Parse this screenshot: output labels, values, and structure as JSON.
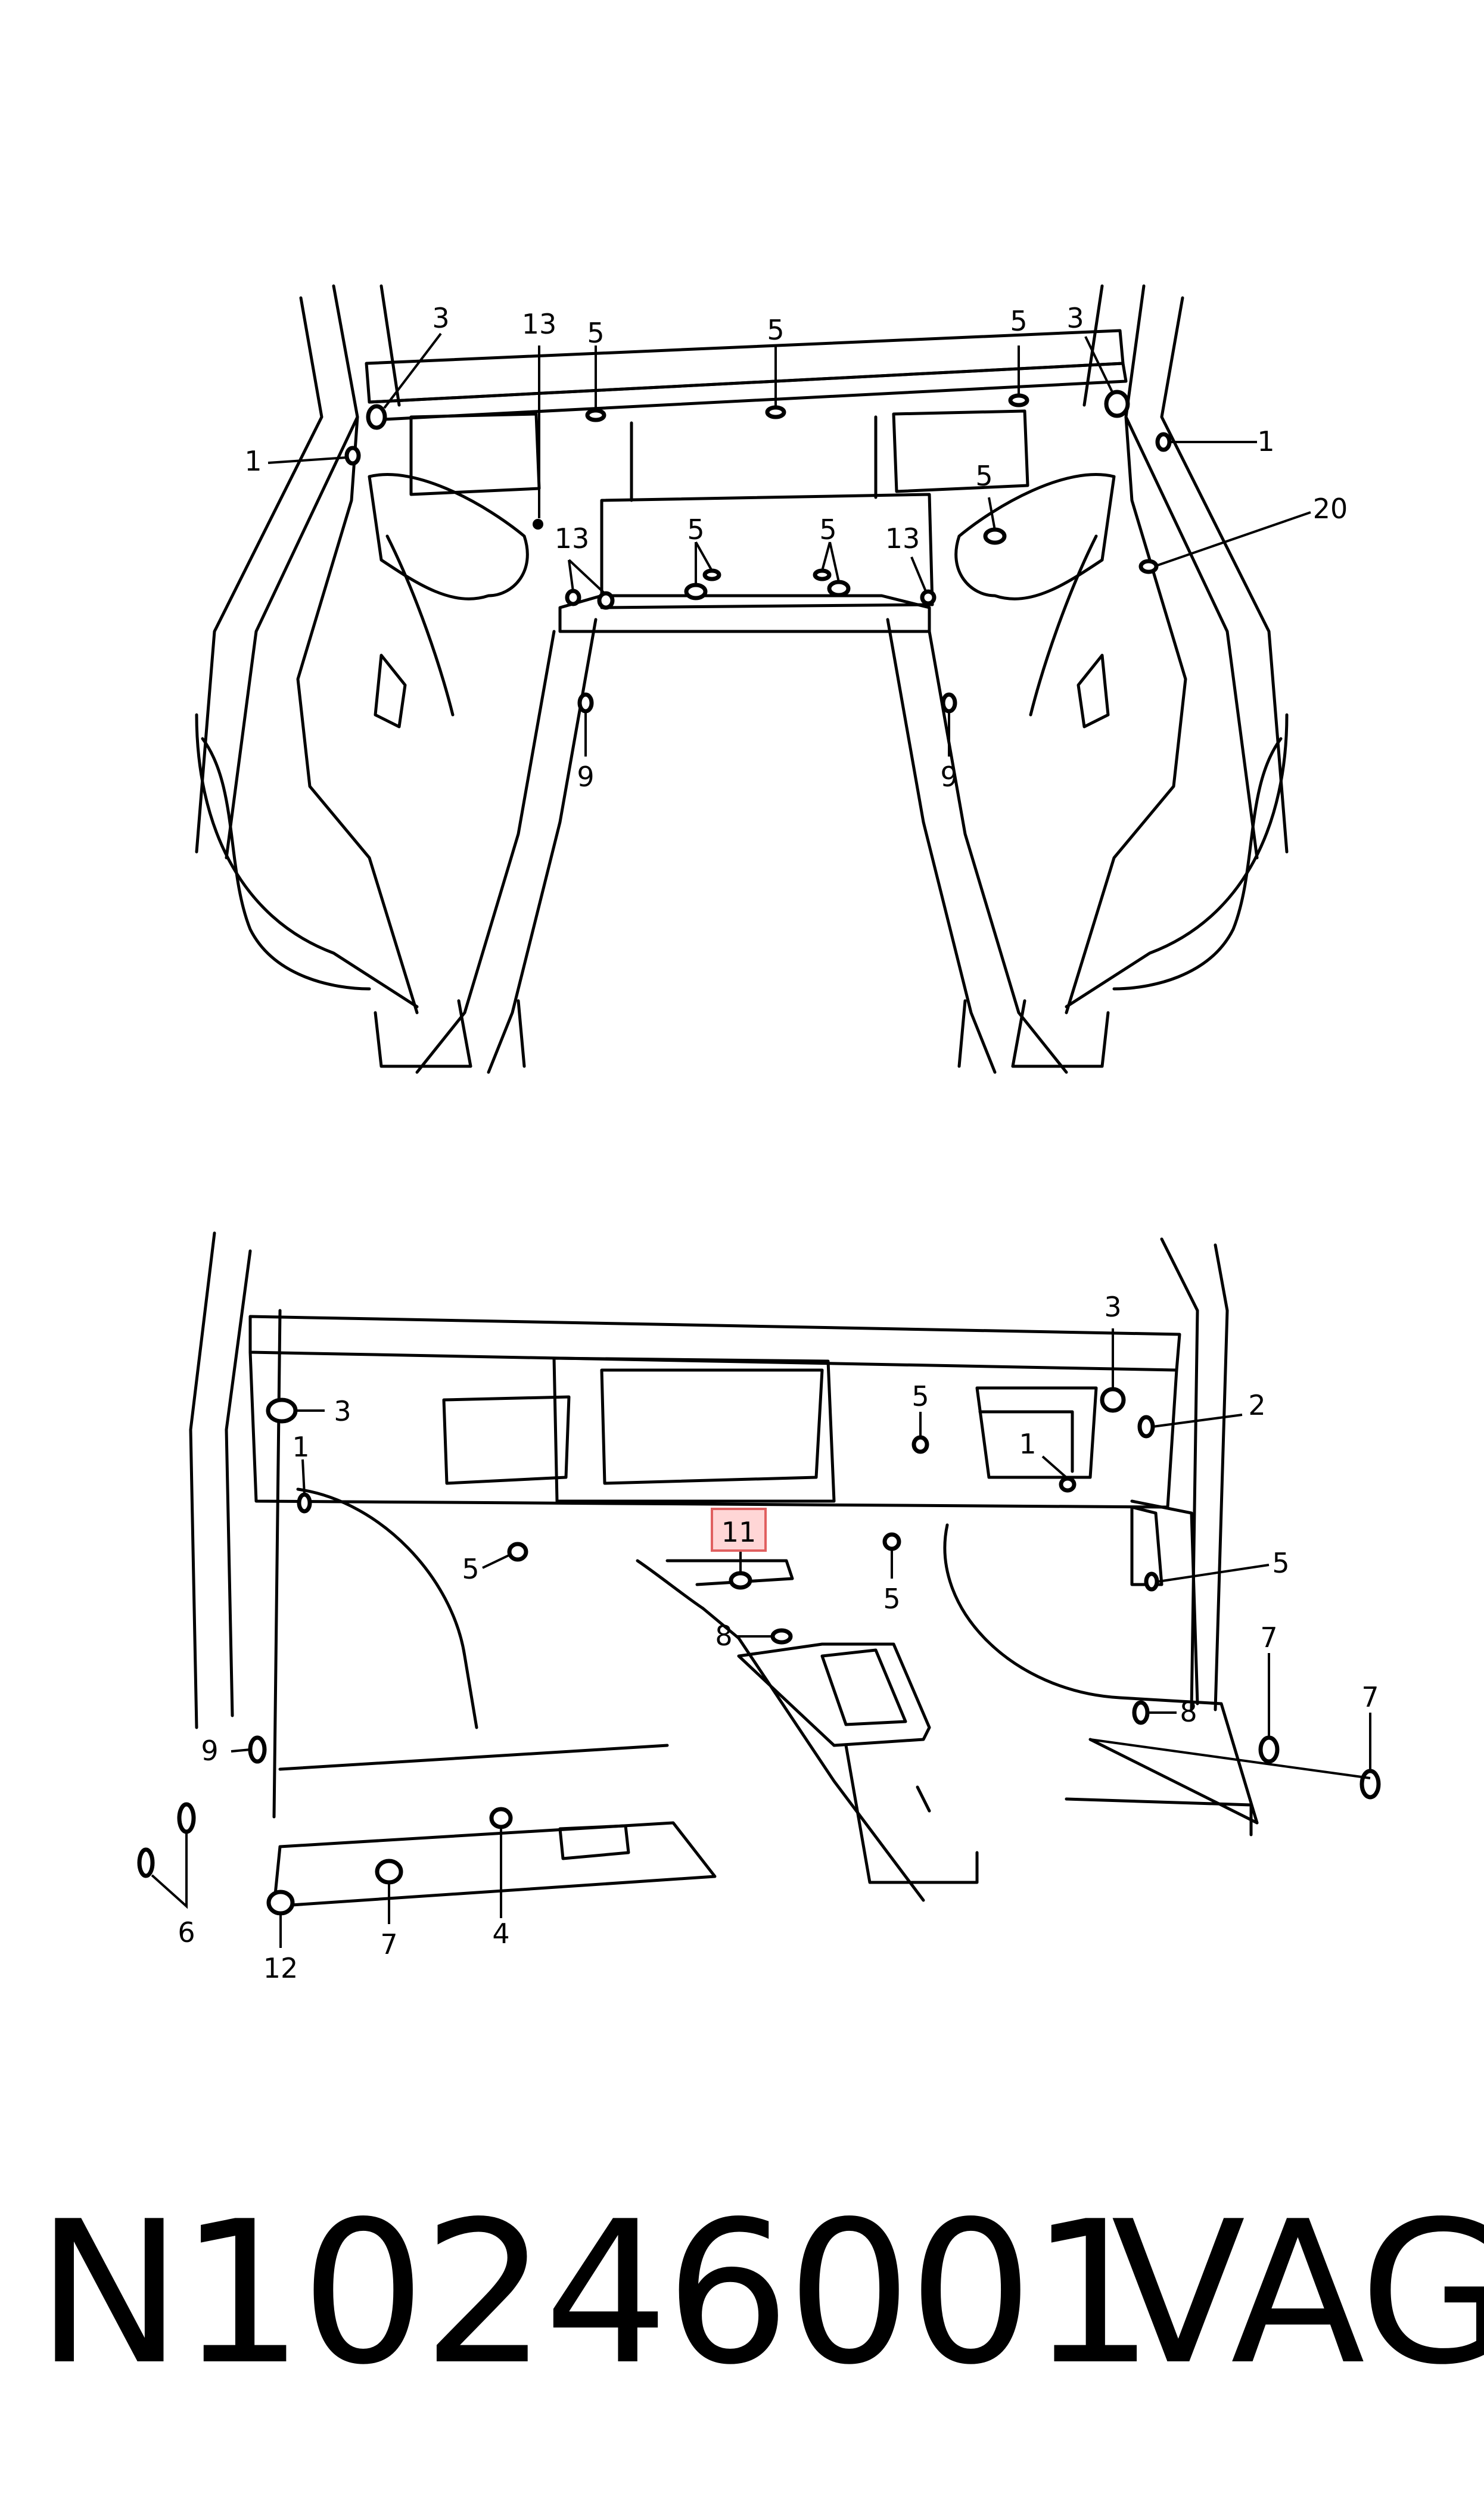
{
  "footer": {
    "doc_number": "N10246001",
    "brand": "VAG"
  },
  "callouts": {
    "top": {
      "c3_left": "3",
      "c13_top": "13",
      "c5_a": "5",
      "c5_b": "5",
      "c5_c": "5",
      "c3_right": "3",
      "c1_left": "1",
      "c1_right": "1",
      "c5_d": "5",
      "c20": "20",
      "c13_left": "13",
      "c5_e": "5",
      "c5_f": "5",
      "c13_right": "13",
      "c9_left": "9",
      "c9_right": "9"
    },
    "bottom": {
      "c3_right": "3",
      "c3_left": "3",
      "c2": "2",
      "c1_left": "1",
      "c5_a": "5",
      "c1_right": "1",
      "c11": "11",
      "c5_b": "5",
      "c5_c": "5",
      "c5_d": "5",
      "c8_mid": "8",
      "c8_right": "8",
      "c7_a": "7",
      "c7_b": "7",
      "c9": "9",
      "c6": "6",
      "c7_c": "7",
      "c4": "4",
      "c12": "12"
    }
  },
  "highlight_color": "#ffd6d6"
}
